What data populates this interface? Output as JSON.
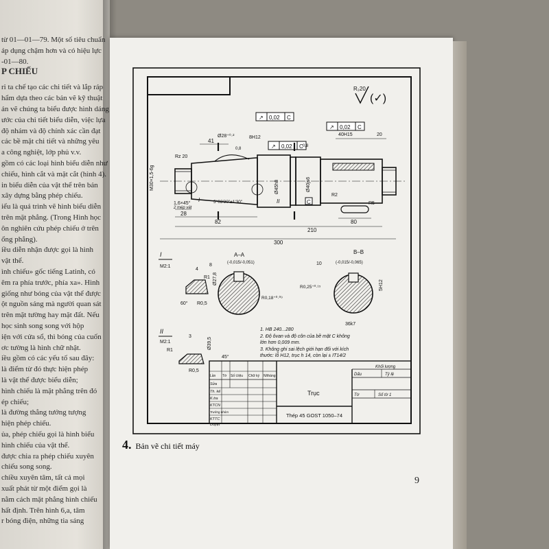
{
  "left_page": {
    "heading": "P CHIẾU",
    "lines": [
      "từ 01—01—79. Một số tiêu chuẩn",
      "áp dụng chậm hơn và có hiệu lực",
      "-01—80.",
      "ri ta chế tạo các chi tiết và lắp ráp",
      "hẩm dựa theo các bản vẽ kỹ thuật",
      "ản vẽ chúng ta biểu được hình dáng",
      "ước của chi tiết biểu diễn, việc lựa",
      "độ nhám và độ chính xác cần đạt",
      "các bề mặt chi tiết và những yêu",
      "a công nghiệt, lớp phủ v.v.",
      "gồm có các loại hình biểu diễn như",
      "chiếu, hình cắt và mặt cắt (hình 4).",
      "in biểu diễn của vật thể trên bản",
      "xây dựng bằng phép chiếu.",
      "iểu là quá trình vẽ hình biểu diễn",
      "trên mặt phẳng. (Trong Hình học",
      "ôn nghiên cứu phép chiếu ở trên",
      "ổng phẳng).",
      "iều diễn nhận được gọi là hình",
      "vật thể.",
      "ình chiếu» gốc tiếng Latinh, có",
      "êm ra phía trước, phía xa». Hình",
      "giống như bóng của vật thể được",
      "ột nguồn sáng mà người quan sát",
      "trên mặt tường hay mặt đất. Nếu",
      "học sinh song song với hộp",
      "iện với cửa sổ, thì bóng của cuốn",
      "ơc tường là hình chữ nhật.",
      "iều gồm có các yếu tố sau đây:",
      "là điểm từ đó thực hiện phép",
      "là vật thể được biểu diễn;",
      "hình chiếu là mặt phẳng trên đó",
      "ép chiếu;",
      "là đường thẳng tưởng tượng",
      "hiện phép chiếu.",
      "ủa, phép chiếu gọi là hình biểu",
      "hình chiếu của vật thể.",
      "được chia ra phép chiếu xuyên",
      "chiếu song song.",
      "chiều xuyên tâm, tất cả mọi",
      "xuất phát từ một điểm gọi là",
      "nằm cách mặt phẳng hình chiếu",
      "hất định. Trên hình 6,a, tâm",
      "r bóng điện, những tia sáng"
    ]
  },
  "figure": {
    "number": "4.",
    "caption": "Bản vẽ chi tiết máy",
    "page_number": "9"
  },
  "drawing": {
    "roughness": "R₂20",
    "roughness_other": "(✓)",
    "runout_1": [
      "↗",
      "0,02",
      "C"
    ],
    "runout_2": [
      "↗",
      "0,02",
      "C"
    ],
    "runout_3": [
      "↗",
      "0,02",
      "C"
    ],
    "dims": {
      "d41": "41",
      "d28_03": "Ø28⁺⁰·²",
      "d8h12": "8H12",
      "d0_8a": "0,8",
      "d0_8b": "0,8",
      "dRz20": "Rz 20",
      "dM30": "M30×1,5-6g",
      "dchamfer": "1,6×45°",
      "dchamfer_note": "2 mép vát",
      "d28": "28",
      "d82": "82",
      "d210": "210",
      "d300": "300",
      "d40h15": "40H15",
      "d20": "20",
      "d45h8": "Ø45h8",
      "d40js": "Ø40js6",
      "d80": "80",
      "dR2": "R2",
      "dR5": "R5",
      "dangle": "5°03'30\"±1'30\"",
      "taper_label_I": "I",
      "taper_label_II": "II",
      "datum_C": "C",
      "d8": "8",
      "d10": "10"
    },
    "section_AA": {
      "title": "A–A",
      "tol": "(-0,015/-0,051)",
      "r": "R0,18⁺⁰·⁰⁹",
      "width": "8"
    },
    "section_BB": {
      "title": "B–B",
      "tol": "(-0,015/-0,065)",
      "r": "R0,25⁺⁰·¹⁵",
      "w": "36k7",
      "h": "5H12",
      "width": "10"
    },
    "detail_I": {
      "label": "I",
      "scale": "M2:1",
      "d4": "4",
      "r1": "R1",
      "d27": "Ø27,8",
      "r05": "R0,5",
      "a60": "60°"
    },
    "detail_II": {
      "label": "II",
      "scale": "M2:1",
      "d3": "3",
      "r1": "R1",
      "d39": "Ø39,5",
      "r05": "R0,5",
      "a45": "45°"
    },
    "notes": [
      "1. HB 240...280",
      "2. Độ ôvan và độ côn của bề mặt C không",
      "    lớn hơn 0,009 mm.",
      "3. Không ghi sai lệch giới hạn đối với kích",
      "    thước: lỗ H12, trục h 14, còn lại ± IT14/2"
    ],
    "title_block": {
      "part_name": "Trục",
      "material": "Thép 45 GOST 1050–74",
      "mass_label": "Khối lượng",
      "col_dau": "Dấu",
      "col_tyle": "Tỷ lệ",
      "col_to": "Tờ",
      "col_soto": "Số tờ 1",
      "rows": [
        "Sửa",
        "Th. kế",
        "K.tra",
        "KTCN",
        "Trưởng nhóm",
        "KTTC",
        "Duyệt"
      ],
      "header_cells": [
        "Lần",
        "Tờ",
        "Số t.liệu",
        "Chữ ký",
        "N/tháng"
      ]
    }
  }
}
